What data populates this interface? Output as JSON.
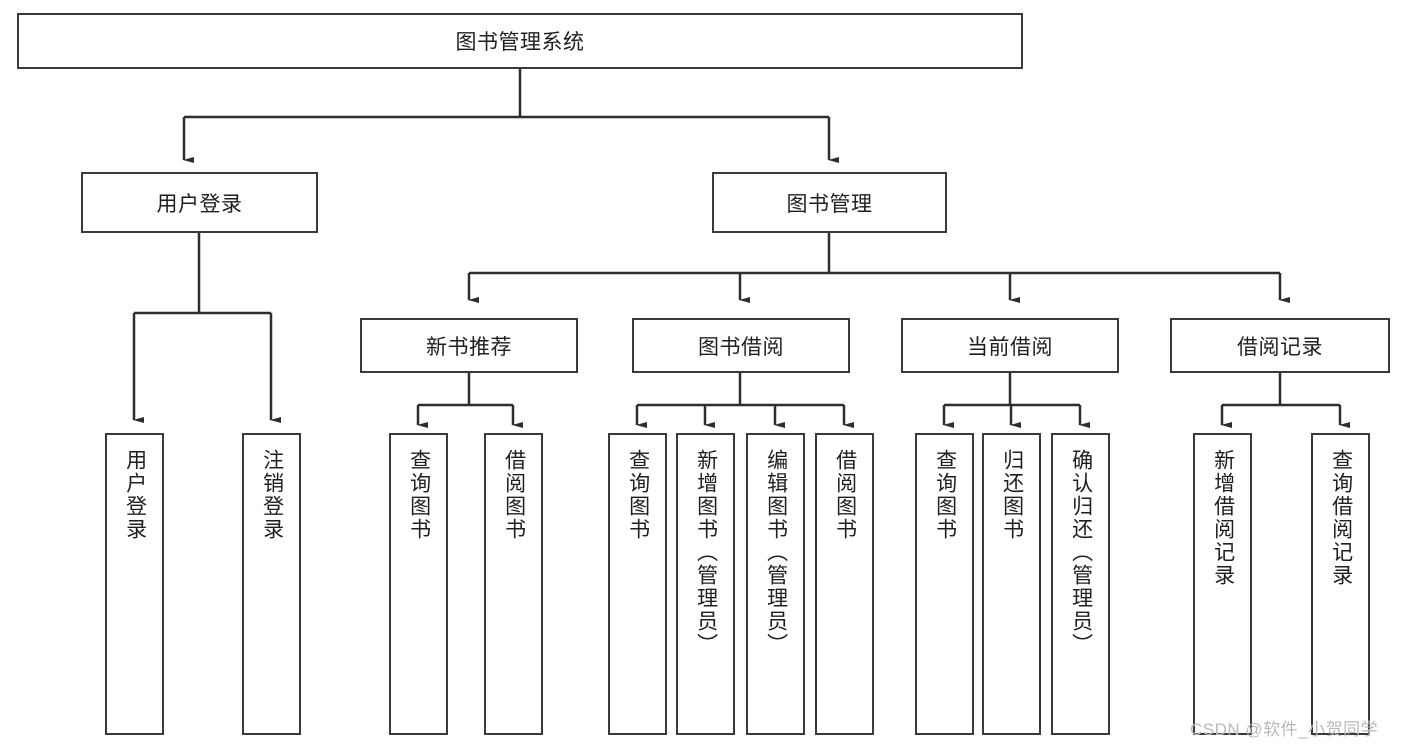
{
  "diagram": {
    "title": "图书管理系统",
    "type": "tree-hierarchy-diagram",
    "levels": [
      {
        "level": 1,
        "nodes": [
          {
            "id": "root",
            "label": "图书管理系统",
            "orientation": "horizontal"
          }
        ]
      },
      {
        "level": 2,
        "nodes": [
          {
            "id": "user-login",
            "label": "用户登录",
            "orientation": "horizontal",
            "parent": "root"
          },
          {
            "id": "book-manage",
            "label": "图书管理",
            "orientation": "horizontal",
            "parent": "root"
          }
        ]
      },
      {
        "level": 3,
        "nodes": [
          {
            "id": "new-book-rec",
            "label": "新书推荐",
            "orientation": "horizontal",
            "parent": "book-manage"
          },
          {
            "id": "book-borrow",
            "label": "图书借阅",
            "orientation": "horizontal",
            "parent": "book-manage"
          },
          {
            "id": "current-borrow",
            "label": "当前借阅",
            "orientation": "horizontal",
            "parent": "book-manage"
          },
          {
            "id": "borrow-record",
            "label": "借阅记录",
            "orientation": "horizontal",
            "parent": "book-manage"
          }
        ]
      },
      {
        "level": 4,
        "nodes": [
          {
            "id": "leaf-user-login",
            "label": "用户登录",
            "orientation": "vertical",
            "parent": "user-login"
          },
          {
            "id": "leaf-logout",
            "label": "注销登录",
            "orientation": "vertical",
            "parent": "user-login"
          },
          {
            "id": "leaf-query-book-1",
            "label": "查询图书",
            "orientation": "vertical",
            "parent": "new-book-rec"
          },
          {
            "id": "leaf-borrow-book-1",
            "label": "借阅图书",
            "orientation": "vertical",
            "parent": "new-book-rec"
          },
          {
            "id": "leaf-query-book-2",
            "label": "查询图书",
            "orientation": "vertical",
            "parent": "book-borrow"
          },
          {
            "id": "leaf-add-book",
            "label": "新增图书（管理员）",
            "orientation": "vertical",
            "parent": "book-borrow"
          },
          {
            "id": "leaf-edit-book",
            "label": "编辑图书（管理员）",
            "orientation": "vertical",
            "parent": "book-borrow"
          },
          {
            "id": "leaf-borrow-book-2",
            "label": "借阅图书",
            "orientation": "vertical",
            "parent": "book-borrow"
          },
          {
            "id": "leaf-query-book-3",
            "label": "查询图书",
            "orientation": "vertical",
            "parent": "current-borrow"
          },
          {
            "id": "leaf-return-book",
            "label": "归还图书",
            "orientation": "vertical",
            "parent": "current-borrow"
          },
          {
            "id": "leaf-confirm-return",
            "label": "确认归还（管理员）",
            "orientation": "vertical",
            "parent": "current-borrow"
          },
          {
            "id": "leaf-add-record",
            "label": "新增借阅记录",
            "orientation": "vertical",
            "parent": "borrow-record"
          },
          {
            "id": "leaf-query-record",
            "label": "查询借阅记录",
            "orientation": "vertical",
            "parent": "borrow-record"
          }
        ]
      }
    ],
    "colors": {
      "stroke": "#3a3a3a",
      "fill": "#ffffff",
      "text": "#1f1f1f",
      "watermark": "#b9b9b9"
    }
  },
  "watermark": {
    "text": "CSDN @软件_小贺同学"
  }
}
